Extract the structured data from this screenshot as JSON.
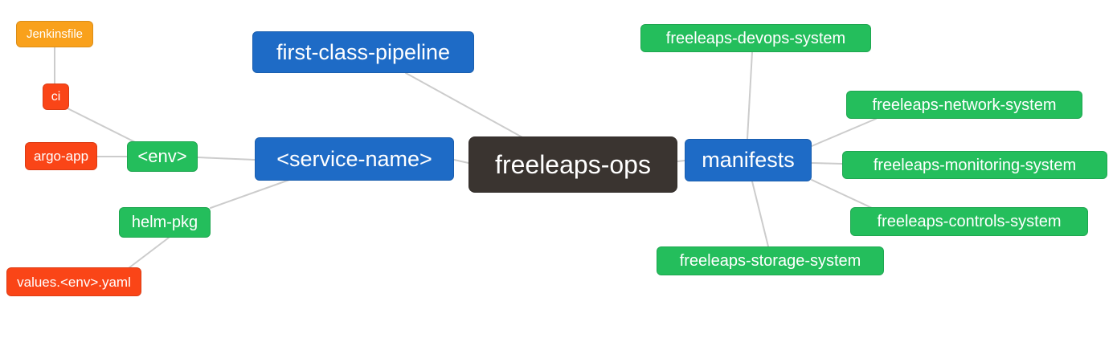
{
  "diagram": {
    "type": "mindmap",
    "root": "freeleaps-ops",
    "colors": {
      "root_bg": "#3a3430",
      "branch_blue": "#1e6bc6",
      "leaf_green": "#24be5c",
      "leaf_red": "#fa4517",
      "leaf_orange": "#f9a11c",
      "edge": "#cccccc",
      "text": "#ffffff",
      "background": "#ffffff"
    },
    "nodes": {
      "jenkinsfile": {
        "label": "Jenkinsfile"
      },
      "ci": {
        "label": "ci"
      },
      "argo_app": {
        "label": "argo-app"
      },
      "env": {
        "label": "<env>"
      },
      "helm_pkg": {
        "label": "helm-pkg"
      },
      "values_env_yaml": {
        "label": "values.<env>.yaml"
      },
      "first_class_pipeline": {
        "label": "first-class-pipeline"
      },
      "service_name": {
        "label": "<service-name>"
      },
      "freeleaps_ops": {
        "label": "freeleaps-ops"
      },
      "manifests": {
        "label": "manifests"
      },
      "devops_system": {
        "label": "freeleaps-devops-system"
      },
      "network_system": {
        "label": "freeleaps-network-system"
      },
      "monitoring_system": {
        "label": "freeleaps-monitoring-system"
      },
      "controls_system": {
        "label": "freeleaps-controls-system"
      },
      "storage_system": {
        "label": "freeleaps-storage-system"
      }
    },
    "edges": [
      {
        "from": "jenkinsfile",
        "to": "ci"
      },
      {
        "from": "ci",
        "to": "env"
      },
      {
        "from": "argo_app",
        "to": "env"
      },
      {
        "from": "env",
        "to": "service_name"
      },
      {
        "from": "helm_pkg",
        "to": "service_name"
      },
      {
        "from": "values_env_yaml",
        "to": "helm_pkg"
      },
      {
        "from": "first_class_pipeline",
        "to": "freeleaps_ops"
      },
      {
        "from": "service_name",
        "to": "freeleaps_ops"
      },
      {
        "from": "freeleaps_ops",
        "to": "manifests"
      },
      {
        "from": "devops_system",
        "to": "manifests"
      },
      {
        "from": "manifests",
        "to": "network_system"
      },
      {
        "from": "manifests",
        "to": "monitoring_system"
      },
      {
        "from": "manifests",
        "to": "controls_system"
      },
      {
        "from": "manifests",
        "to": "storage_system"
      }
    ]
  }
}
